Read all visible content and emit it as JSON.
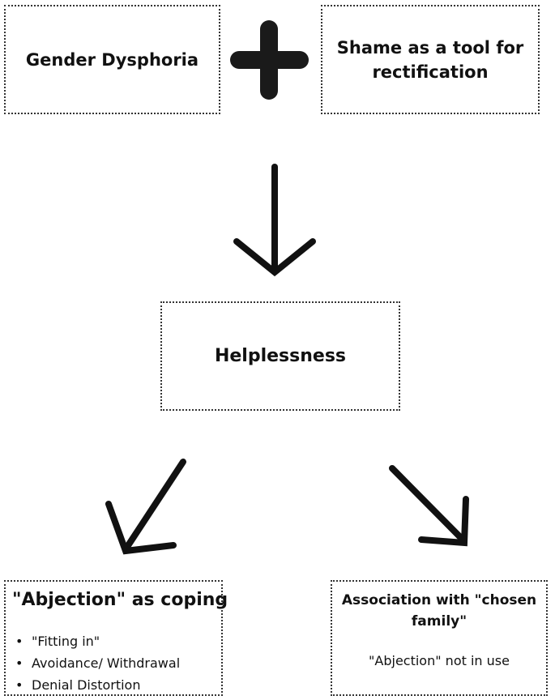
{
  "nodes": {
    "gender_dysphoria": "Gender Dysphoria",
    "shame": "Shame as a tool for rectification",
    "helplessness": "Helplessness",
    "abjection": {
      "title": "\"Abjection\" as coping",
      "items": [
        "\"Fitting in\"",
        "Avoidance/ Withdrawal",
        "Denial Distortion"
      ]
    },
    "association": {
      "title": "Association with \"chosen family\"",
      "note": "\"Abjection\" not in use"
    }
  },
  "icons": {
    "combine": "plus-icon",
    "flow": "arrow-icon"
  },
  "colors": {
    "stroke": "#111111",
    "border": "#333333"
  }
}
